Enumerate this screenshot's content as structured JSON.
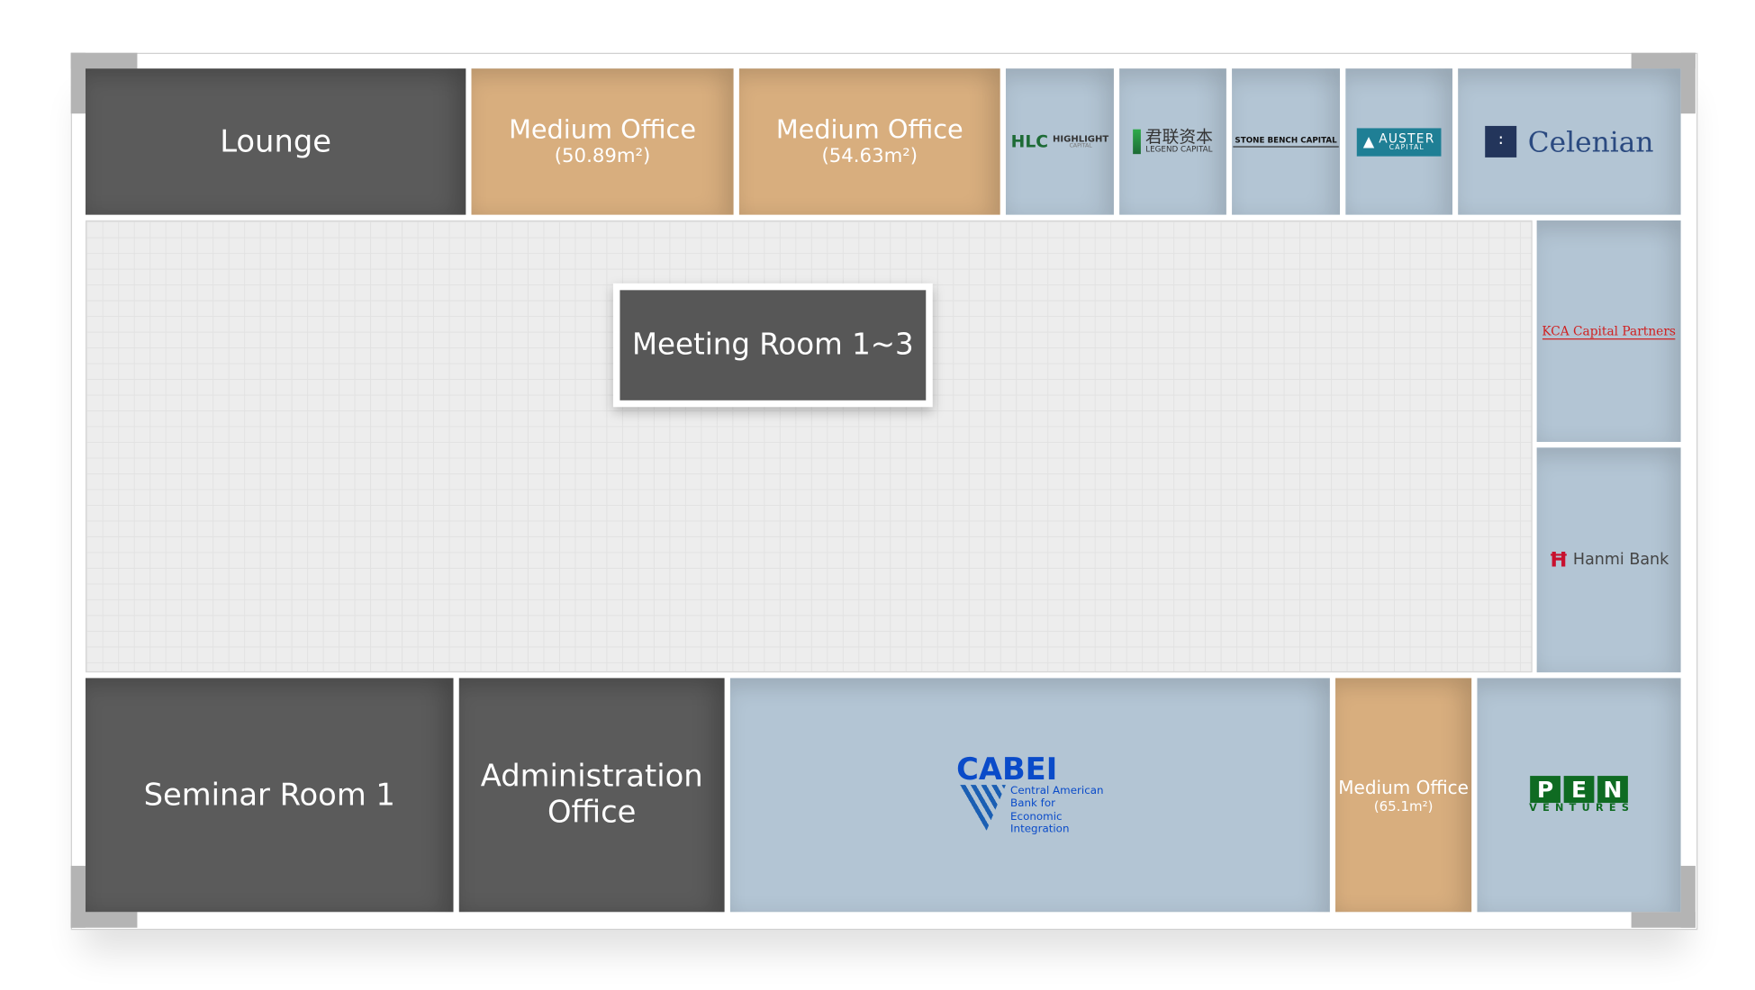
{
  "floorplan": {
    "top_row": {
      "lounge": "Lounge",
      "office1": {
        "title": "Medium Office",
        "area": "(50.89m²)"
      },
      "office2": {
        "title": "Medium Office",
        "area": "(54.63m²)"
      },
      "hlc": {
        "mark": "HLC",
        "name": "HIGHLIGHT",
        "sub": "CAPITAL"
      },
      "legend": {
        "cn": "君联资本",
        "en": "LEGEND CAPITAL"
      },
      "stone_bench": "STONE BENCH CAPITAL",
      "auster": {
        "name": "AUSTER",
        "sub": "CAPITAL"
      },
      "celenian": "Celenian"
    },
    "meeting_room": "Meeting Room 1~3",
    "right_column": {
      "kca": "KCA Capital Partners",
      "hanmi": "Hanmi Bank"
    },
    "bottom_row": {
      "seminar": "Seminar Room 1",
      "admin_line1": "Administration",
      "admin_line2": "Office",
      "cabei": {
        "name": "CABEI",
        "l1": "Central American",
        "l2": "Bank for",
        "l3": "Economic",
        "l4": "Integration"
      },
      "office3": {
        "title": "Medium Office",
        "area": "(65.1m²)"
      },
      "pen": {
        "p": "P",
        "e": "E",
        "n": "N",
        "sub": "VENTURES"
      }
    }
  },
  "colors": {
    "occupied": "#b3c5d4",
    "available": "#d8ae7e",
    "common": "#5b5b5b",
    "corridor": "#ededed"
  }
}
